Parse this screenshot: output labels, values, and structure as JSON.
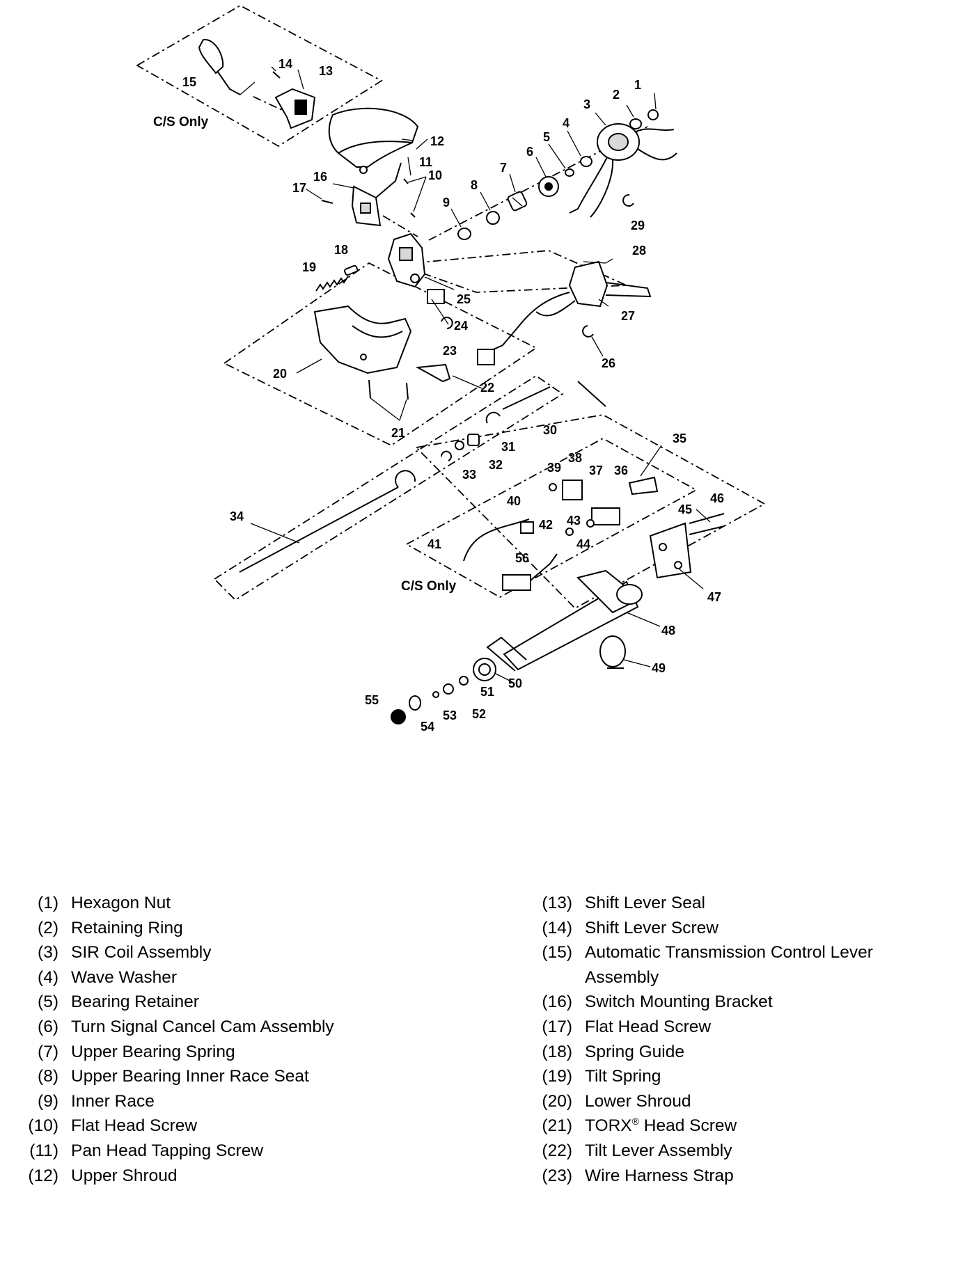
{
  "diagram": {
    "notes": {
      "cs_only_top": "C/S Only",
      "cs_only_bottom": "C/S Only"
    },
    "callouts": [
      "1",
      "2",
      "3",
      "4",
      "5",
      "6",
      "7",
      "8",
      "9",
      "10",
      "11",
      "12",
      "13",
      "14",
      "15",
      "16",
      "17",
      "18",
      "19",
      "20",
      "21",
      "22",
      "23",
      "24",
      "25",
      "26",
      "27",
      "28",
      "29",
      "30",
      "31",
      "32",
      "33",
      "34",
      "35",
      "36",
      "37",
      "38",
      "39",
      "40",
      "41",
      "42",
      "43",
      "44",
      "45",
      "46",
      "47",
      "48",
      "49",
      "50",
      "51",
      "52",
      "53",
      "54",
      "55",
      "56"
    ]
  },
  "legend": {
    "left": [
      {
        "num": "(1)",
        "label": "Hexagon Nut"
      },
      {
        "num": "(2)",
        "label": "Retaining Ring"
      },
      {
        "num": "(3)",
        "label": "SIR Coil Assembly"
      },
      {
        "num": "(4)",
        "label": "Wave Washer"
      },
      {
        "num": "(5)",
        "label": "Bearing Retainer"
      },
      {
        "num": "(6)",
        "label": "Turn Signal Cancel Cam Assembly"
      },
      {
        "num": "(7)",
        "label": "Upper Bearing Spring"
      },
      {
        "num": "(8)",
        "label": "Upper Bearing Inner Race Seat"
      },
      {
        "num": "(9)",
        "label": "Inner Race"
      },
      {
        "num": "(10)",
        "label": "Flat Head Screw"
      },
      {
        "num": "(11)",
        "label": "Pan Head Tapping Screw"
      },
      {
        "num": "(12)",
        "label": "Upper Shroud"
      }
    ],
    "right": [
      {
        "num": "(13)",
        "label": "Shift Lever Seal"
      },
      {
        "num": "(14)",
        "label": "Shift Lever Screw"
      },
      {
        "num": "(15)",
        "label": "Automatic Transmission Control Lever Assembly"
      },
      {
        "num": "(16)",
        "label": "Switch Mounting Bracket"
      },
      {
        "num": "(17)",
        "label": "Flat Head Screw"
      },
      {
        "num": "(18)",
        "label": "Spring Guide"
      },
      {
        "num": "(19)",
        "label": "Tilt Spring"
      },
      {
        "num": "(20)",
        "label": "Lower Shroud"
      },
      {
        "num": "(21)",
        "label": "TORX",
        "sup": "®",
        "label_tail": " Head Screw"
      },
      {
        "num": "(22)",
        "label": "Tilt Lever Assembly"
      },
      {
        "num": "(23)",
        "label": "Wire Harness Strap"
      }
    ]
  }
}
